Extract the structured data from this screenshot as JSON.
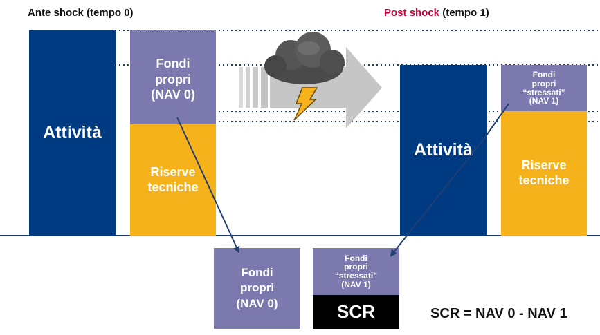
{
  "headers": {
    "before": {
      "main": "Ante shock",
      "suffix": " (tempo 0)"
    },
    "after": {
      "main": "Post shock",
      "suffix": " (tempo 1)"
    }
  },
  "before": {
    "assets_label": "Attività",
    "own_funds_lines": [
      "Fondi",
      "propri",
      "(NAV 0)"
    ],
    "reserves_lines": [
      "Riserve",
      "tecniche"
    ]
  },
  "after": {
    "assets_label": "Attività",
    "own_funds_lines": [
      "Fondi",
      "propri",
      "“stressati”",
      "(NAV 1)"
    ],
    "reserves_lines": [
      "Riserve",
      "tecniche"
    ]
  },
  "bottom": {
    "own_funds_lines": [
      "Fondi",
      "propri",
      "(NAV 0)"
    ],
    "stressed_lines": [
      "Fondi",
      "propri",
      "“stressati”",
      "(NAV 1)"
    ],
    "scr_label": "SCR"
  },
  "formula": "SCR = NAV 0 - NAV 1",
  "icons": [
    "storm-cloud-icon",
    "lightning-icon",
    "shock-arrow-icon"
  ],
  "colors": {
    "assets": "#003a80",
    "own_funds": "#7b79ad",
    "reserves": "#f6b21b",
    "scr": "#000000",
    "accent": "#cc0033",
    "dotted_lines": "#1f3f73"
  }
}
